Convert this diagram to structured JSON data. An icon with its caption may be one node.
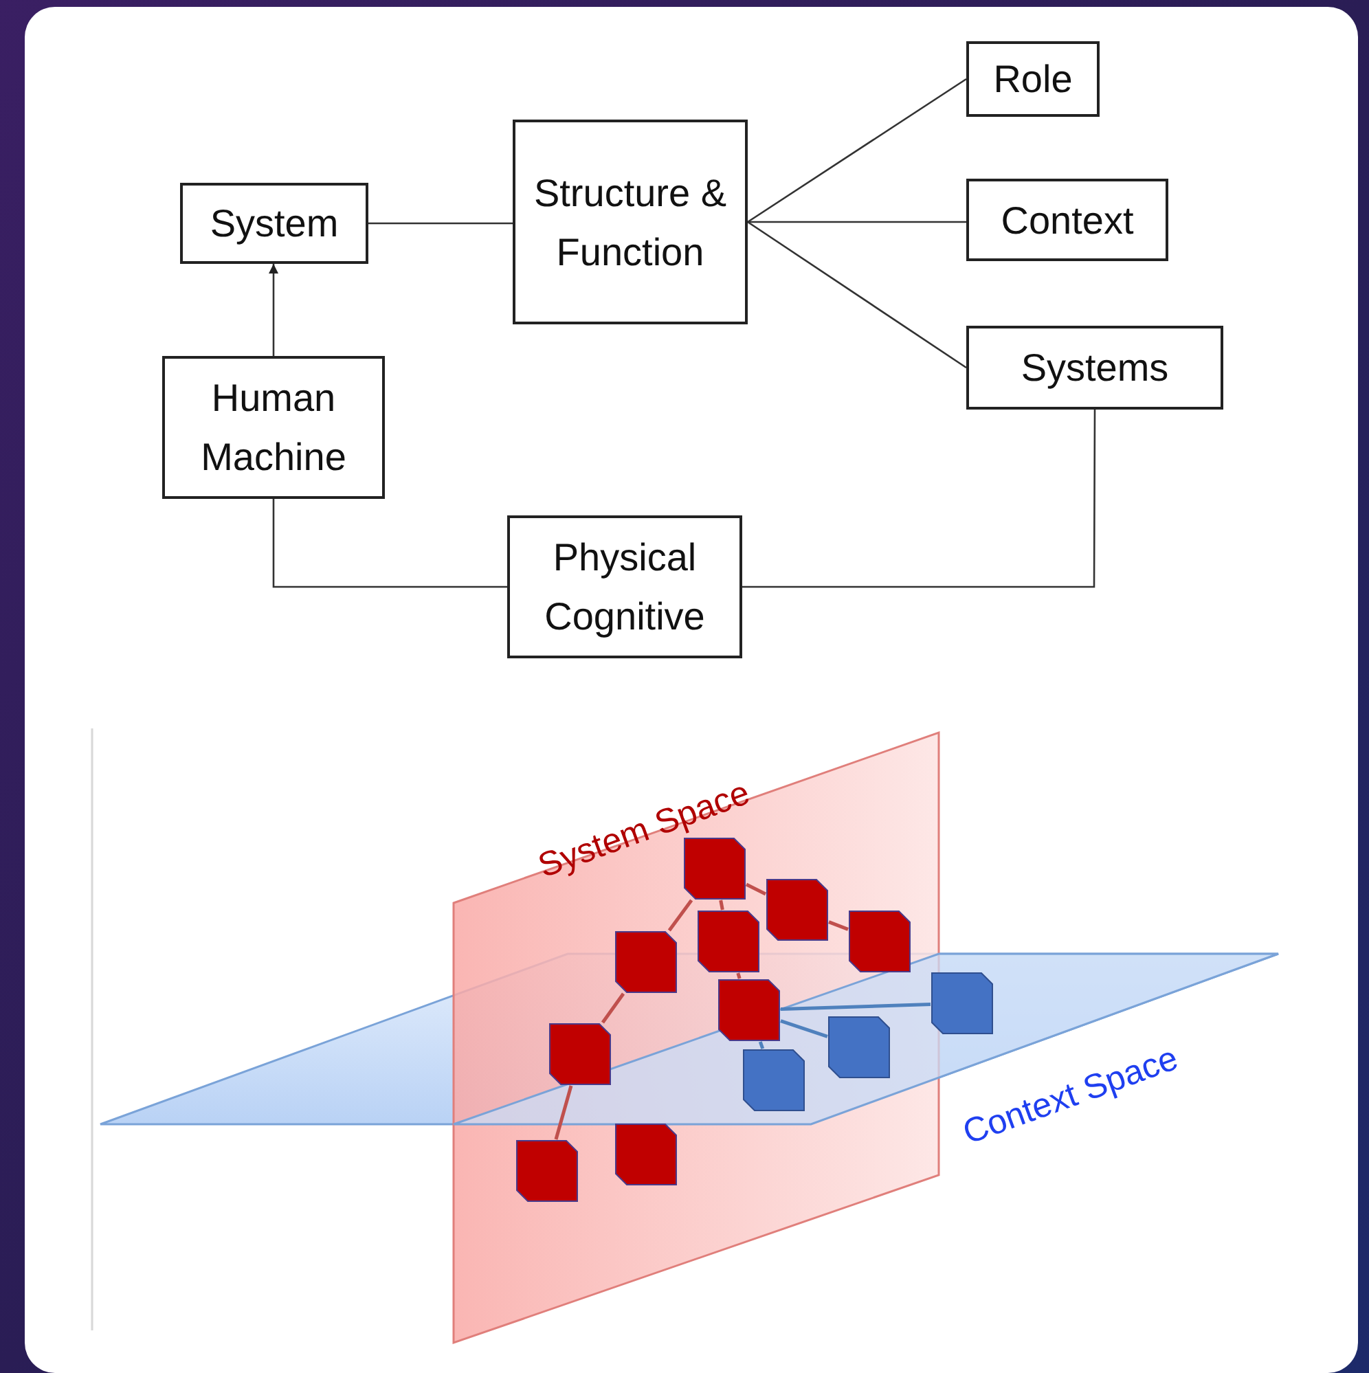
{
  "diagram": {
    "nodes": [
      {
        "text": [
          "Role"
        ]
      },
      {
        "text": [
          "Structure & Function"
        ]
      },
      {
        "text": [
          "System"
        ]
      },
      {
        "text": [
          "Context"
        ]
      },
      {
        "text": [
          "Systems"
        ]
      },
      {
        "text": [
          "Human Machine"
        ]
      },
      {
        "text": [
          "Physical Cognitive"
        ]
      },
      {
        "text": [],
        "shape": "box"
      },
      {
        "text": [],
        "shape": "box"
      },
      {
        "text": [],
        "shape": "box"
      },
      {
        "text": [],
        "shape": "box"
      },
      {
        "text": [],
        "shape": "box"
      },
      {
        "text": [],
        "shape": "box"
      },
      {
        "text": [],
        "shape": "box"
      },
      {
        "text": [],
        "shape": "box"
      },
      {
        "text": [],
        "shape": "box"
      },
      {
        "text": [],
        "shape": "box"
      },
      {
        "text": [],
        "shape": "box"
      },
      {
        "text": [],
        "shape": "box"
      }
    ],
    "edges": [
      {
        "from": 2,
        "to": 1,
        "arrow": "none"
      },
      {
        "from": 5,
        "to": 2,
        "arrow": "to"
      },
      {
        "from": 1,
        "to": 0,
        "arrow": "none"
      },
      {
        "from": 1,
        "to": 3,
        "arrow": "none"
      },
      {
        "from": 1,
        "to": 4,
        "arrow": "none"
      },
      {
        "from": 5,
        "to": 6,
        "arrow": "none"
      },
      {
        "from": 4,
        "to": 6,
        "arrow": "none"
      },
      {
        "from": 15,
        "to": 11,
        "arrow": "none",
        "color": "#c0504d"
      },
      {
        "from": 11,
        "to": 7,
        "arrow": "none",
        "color": "#c0504d"
      },
      {
        "from": 7,
        "to": 8,
        "arrow": "none",
        "color": "#c0504d"
      },
      {
        "from": 8,
        "to": 10,
        "arrow": "none",
        "color": "#c0504d"
      },
      {
        "from": 7,
        "to": 9,
        "arrow": "none",
        "color": "#c0504d"
      },
      {
        "from": 9,
        "to": 13,
        "arrow": "none",
        "color": "#c0504d"
      },
      {
        "from": 15,
        "to": 18,
        "arrow": "none",
        "color": "#c0504d"
      },
      {
        "from": 13,
        "to": 12,
        "arrow": "none",
        "color": "#4f81bd"
      },
      {
        "from": 13,
        "to": 14,
        "arrow": "none",
        "color": "#4f81bd"
      },
      {
        "from": 13,
        "to": 16,
        "arrow": "none",
        "color": "#4f81bd"
      }
    ],
    "labels": [
      "System Space",
      "Context Space"
    ]
  }
}
